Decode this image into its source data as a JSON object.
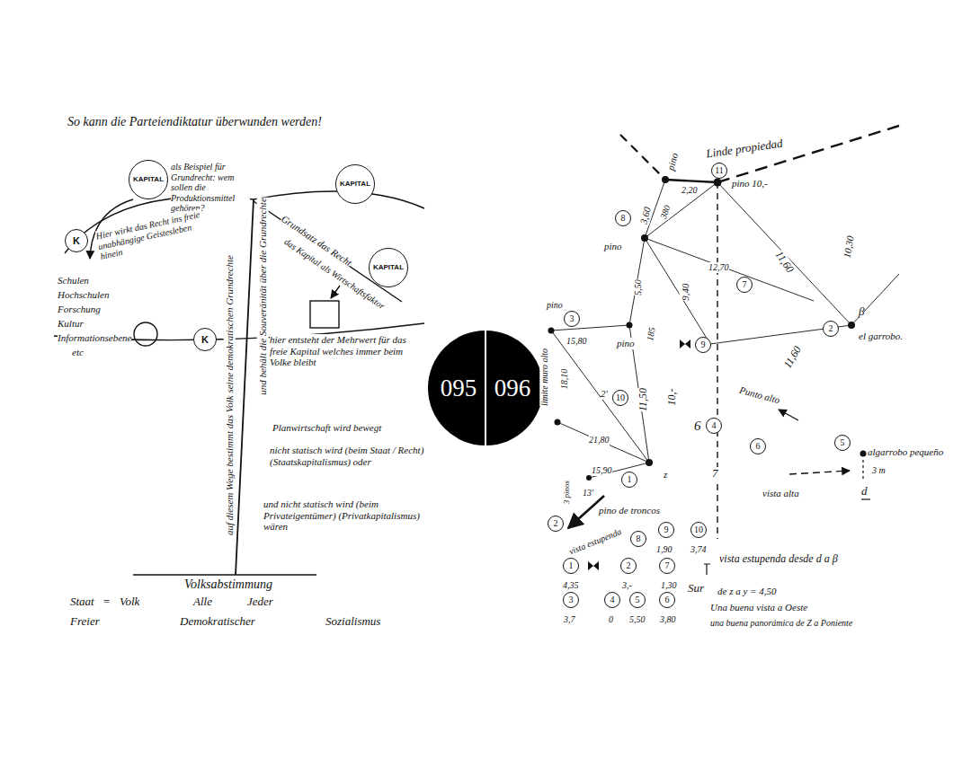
{
  "diagram": {
    "title": "So kann die Parteiendiktatur überwunden werden!",
    "nodes": [
      {
        "text": [
          "KAPITAL"
        ]
      },
      {
        "text": [
          "KAPITAL"
        ]
      },
      {
        "text": [
          "K"
        ]
      },
      {
        "text": [
          "KAPITAL"
        ]
      },
      {
        "text": [
          "K"
        ]
      },
      {
        "text": [
          "095",
          "096"
        ]
      },
      {
        "text": [
          "11"
        ]
      },
      {
        "text": [
          "8"
        ]
      },
      {
        "text": [
          "7"
        ]
      },
      {
        "text": [
          "3"
        ]
      },
      {
        "text": [
          "2"
        ]
      },
      {
        "text": [
          "9"
        ]
      },
      {
        "text": [
          "10"
        ]
      },
      {
        "text": [
          "4"
        ]
      },
      {
        "text": [
          "5"
        ]
      },
      {
        "text": [
          "6"
        ]
      },
      {
        "text": [
          "1"
        ]
      },
      {
        "text": [
          "2"
        ]
      },
      {
        "text": [
          "9"
        ]
      },
      {
        "text": [
          "10"
        ]
      },
      {
        "text": [
          "8"
        ]
      },
      {
        "text": [
          "1"
        ]
      },
      {
        "text": [
          "2"
        ]
      },
      {
        "text": [
          "7"
        ]
      },
      {
        "text": [
          "3"
        ]
      },
      {
        "text": [
          "4"
        ]
      },
      {
        "text": [
          "5"
        ]
      },
      {
        "text": [
          "6"
        ]
      }
    ],
    "labels": [
      "als Beispiel für Grundrecht: wem sollen die Produktionsmittel gehören?",
      "Hier wirkt das Recht ins freie unabhängige Geistesleben hinein",
      "Schulen",
      "Hochschulen",
      "Forschung",
      "Kultur",
      "Informationsebene",
      "etc",
      "Grundsatz das Recht",
      "das Kapital als Wirtschaftsfaktor",
      "hier entsteht der Mehrwert für das freie Kapital welches immer beim Volke bleibt",
      "Planwirtschaft wird bewegt",
      "nicht statisch wird (beim Staat / Recht) (Staatskapitalismus) oder",
      "und nicht statisch wird (beim Privateigentümer) (Privatkapitalismus) wären",
      "auf diesem Wege bestimmt das Volk seine demokratischen Grundrechte",
      "und behält die Souveränität über die Grundrechte",
      "Volksabstimmung",
      "Staat",
      "=",
      "Volk",
      "Alle",
      "Jeder",
      "Freier",
      "Demokratischer",
      "Sozialismus",
      "Linde propiedad",
      "pino",
      "2,20",
      "pino 10,-",
      "3,60",
      "380",
      "pino",
      "5,50",
      "9,40",
      "12,70",
      "11,60",
      "10,30",
      "β",
      "el garrobo.",
      "11,60",
      "pino",
      "pino",
      "185",
      "15,80",
      "18,10",
      "limite muro alto",
      "2'",
      "11,50",
      "10,-",
      "6",
      "Punto alto",
      "21,80",
      "15,90",
      "z",
      "3 pinos",
      "13'",
      "pino de troncos",
      "vista estupenda",
      "7",
      "vista alta",
      "algarrobo pequeño",
      "3 m",
      "d",
      "1,90",
      "3,74",
      "4,35",
      "3,-",
      "1,30",
      "3,7",
      "0",
      "5,50",
      "3,80",
      "vista estupenda desde d a β",
      "Sur",
      "de z a y = 4,50",
      "Una buena vista a Oeste",
      "una buena panorámica de Z a Poniente"
    ]
  }
}
